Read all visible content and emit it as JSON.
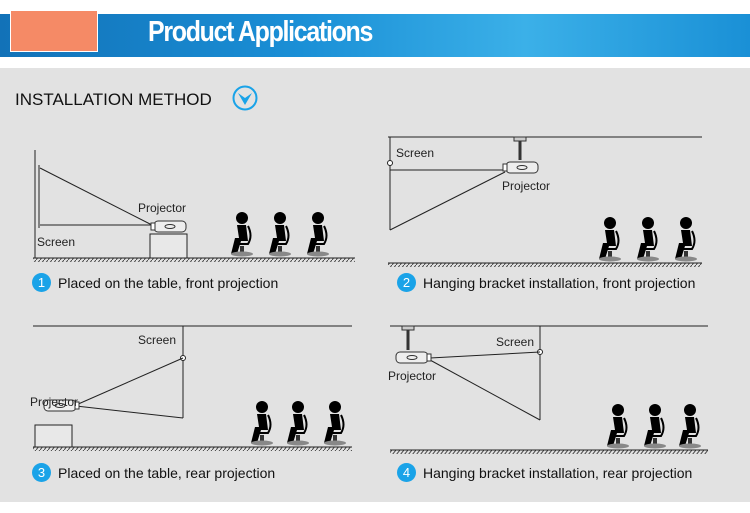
{
  "header": {
    "title": "Product Applications"
  },
  "section": {
    "title": "INSTALLATION METHOD",
    "icon": "chevron-down-circle-icon"
  },
  "colors": {
    "header_blue": "#1a8fd6",
    "accent": "#1aa3e8",
    "logo_box": "#f58a66",
    "background": "#e2e2e2"
  },
  "diagrams": [
    {
      "number": "1",
      "caption": "Placed on the table, front projection",
      "screen_label": "Screen",
      "projector_label": "Projector"
    },
    {
      "number": "2",
      "caption": "Hanging bracket installation, front projection",
      "screen_label": "Screen",
      "projector_label": "Projector"
    },
    {
      "number": "3",
      "caption": "Placed on the table, rear projection",
      "screen_label": "Screen",
      "projector_label": "Projector"
    },
    {
      "number": "4",
      "caption": "Hanging bracket installation, rear projection",
      "screen_label": "Screen",
      "projector_label": "Projector"
    }
  ]
}
